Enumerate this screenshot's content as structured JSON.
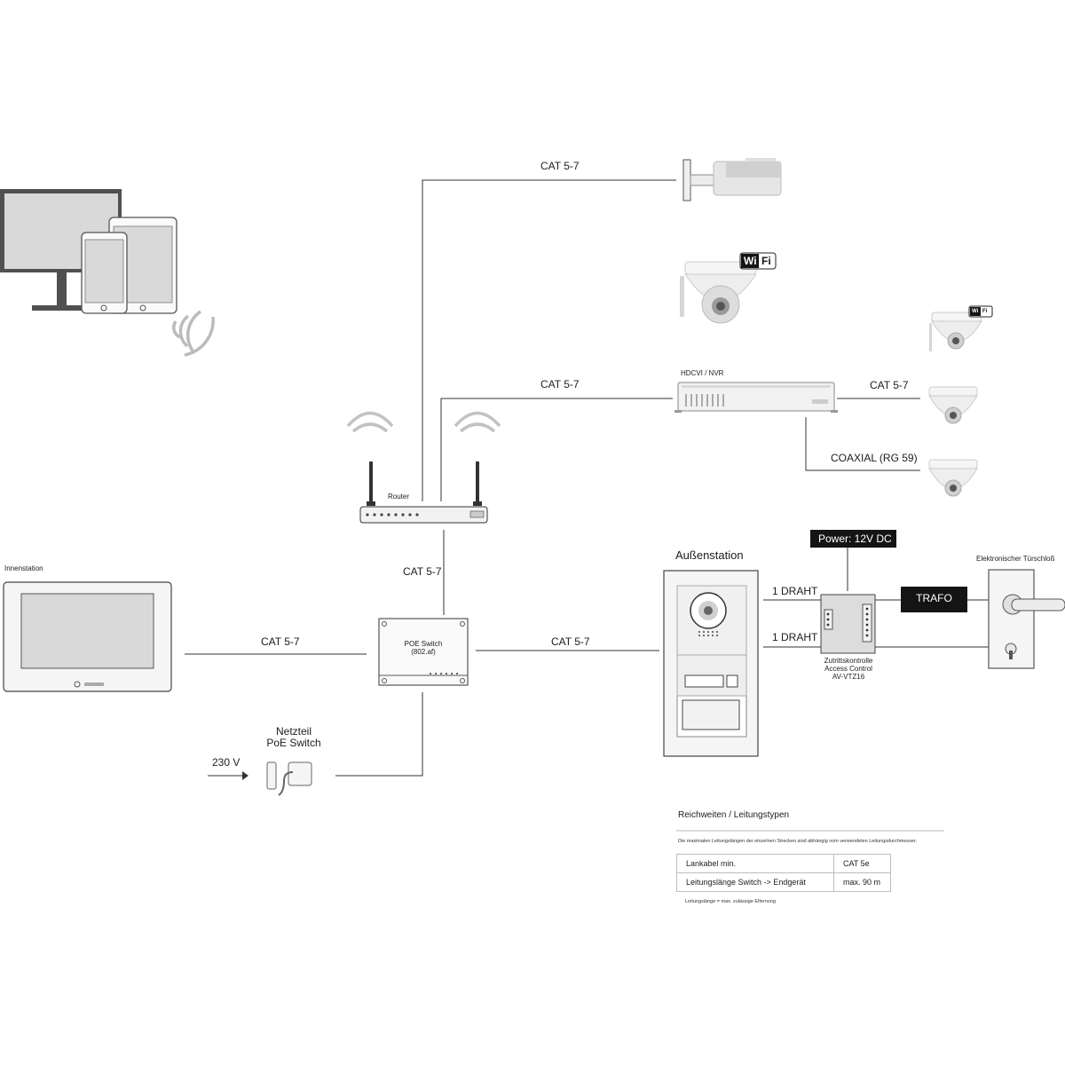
{
  "connections": {
    "router_camera": "CAT 5-7",
    "router_nvr": "CAT 5-7",
    "nvr_camera": "CAT 5-7",
    "nvr_coax": "COAXIAL (RG 59)",
    "router_switch": "CAT 5-7",
    "indoor_switch": "CAT 5-7",
    "switch_outdoor": "CAT 5-7",
    "drahts": [
      "1 DRAHT",
      "1 DRAHT"
    ]
  },
  "devices": {
    "router": "Router",
    "nvr": "HDCVI / NVR",
    "innenstation": "Innenstation",
    "poe_switch": [
      "POE Switch",
      "(802.af)"
    ],
    "netzteil": [
      "Netzteil",
      "PoE Switch"
    ],
    "voltage_in": "230 V",
    "aussenstation": "Außenstation",
    "power": "Power: 12V DC",
    "trafo": "TRAFO",
    "access_control": [
      "Zutrittskontrolle",
      "Access Control",
      "AV-VTZ16"
    ],
    "door_lock": "Elektronischer Türschloß",
    "wifi_badge": [
      "Wi",
      "Fi"
    ]
  },
  "legend": {
    "title": "Reichweiten / Leitungstypen",
    "note": "Die maximalen Leitungslängen der einzelnen Strecken sind abhängig vom verwendeten Leitungsdurchmesser.",
    "rows": [
      {
        "label": "Lankabel min.",
        "value": "CAT 5e"
      },
      {
        "label": "Leitungslänge Switch -> Endgerät",
        "value": "max. 90 m"
      }
    ],
    "footnote": "Leitungslänge = max. zulässige Elfernung"
  },
  "colors": {
    "line": "#333333",
    "device_fill": "#f0f0f0",
    "screen": "#d9d9d9",
    "dark": "#141414"
  }
}
